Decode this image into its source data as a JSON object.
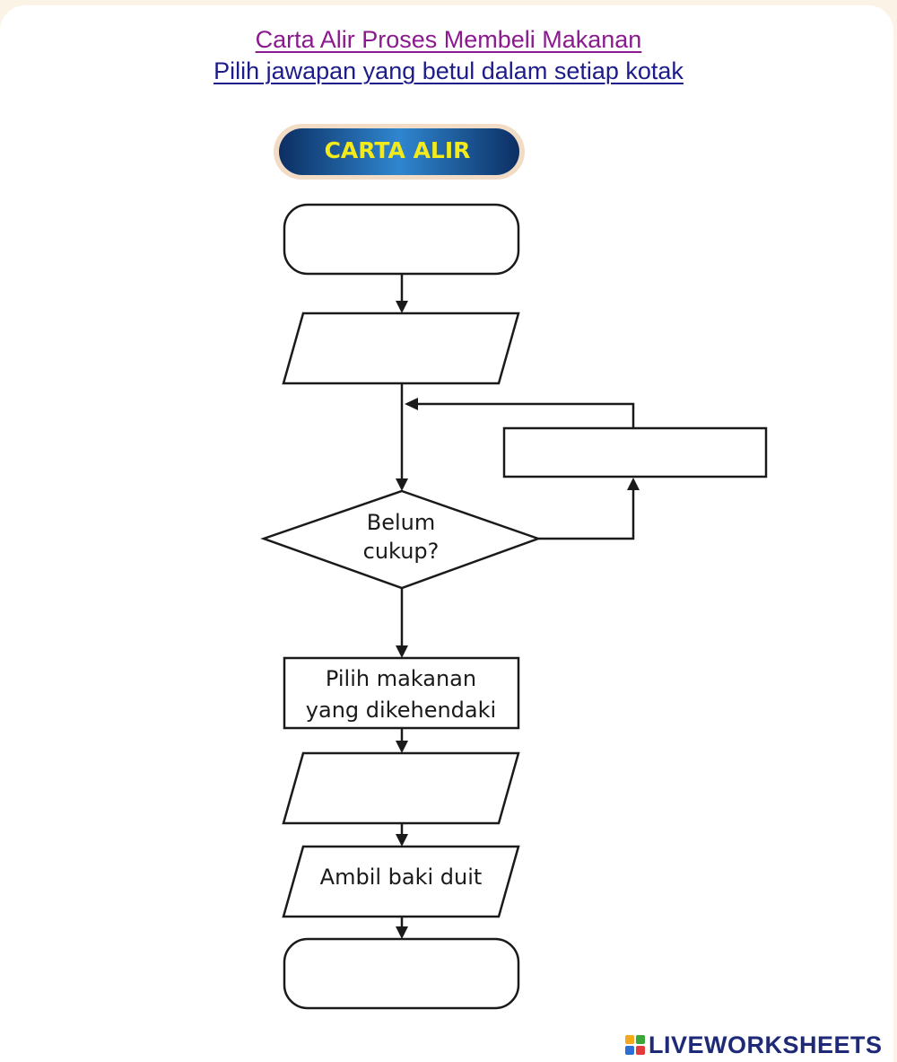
{
  "header": {
    "title": "Carta Alir Proses Membeli Makanan",
    "instruction": "Pilih jawapan yang betul dalam setiap kotak"
  },
  "flowchart": {
    "badge": "CARTA ALIR",
    "decision_line1": "Belum",
    "decision_line2": "cukup?",
    "process_select_line1": "Pilih makanan",
    "process_select_line2": "yang dikehendaki",
    "io_change": "Ambil baki duit",
    "answer_boxes": {
      "start": "",
      "input_1": "",
      "loop_process": "",
      "input_2": "",
      "end": ""
    }
  },
  "branding": {
    "logo_text": "LIVEWORKSHEETS",
    "logo_colors": [
      "#f4a81c",
      "#3aa73a",
      "#2e6fd6",
      "#e23b3b"
    ]
  },
  "colors": {
    "title_purple": "#8b1a8f",
    "instruction_navy": "#1c1c8a",
    "badge_blue": "#1f6fb5",
    "badge_text_yellow": "#f3ea1b"
  }
}
